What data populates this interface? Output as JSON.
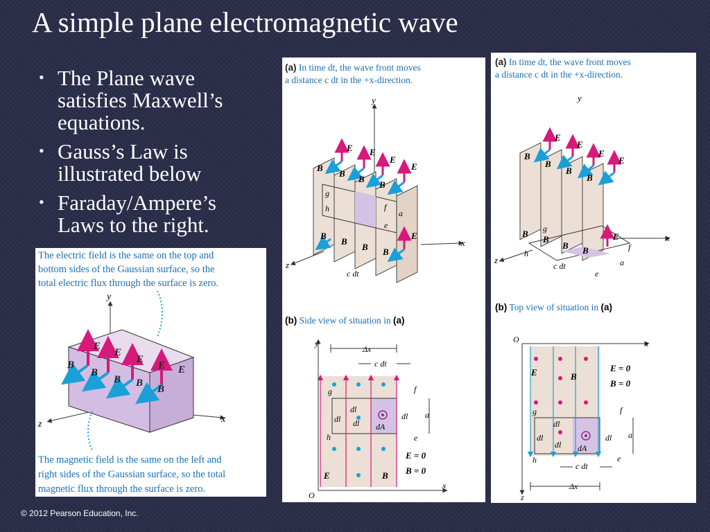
{
  "slide": {
    "title": "A simple plane electromagnetic wave",
    "bullets": [
      "The Plane wave satisfies Maxwell’s equations.",
      "Gauss’s Law is illustrated below",
      "Faraday/Ampere’s Laws to the right."
    ],
    "copyright": "© 2012 Pearson Education, Inc."
  },
  "gauss_figure": {
    "top_caption": [
      "The electric field is the same on the top and",
      "bottom sides of the Gaussian surface, so the",
      "total electric flux through the surface is zero."
    ],
    "bottom_caption": [
      "The magnetic field is the same on the left and",
      "right sides of the Gaussian surface, so the total",
      "magnetic flux through the surface is zero."
    ],
    "axis_labels": {
      "y": "y",
      "x": "x",
      "z": "z"
    },
    "field_labels": {
      "E": "E",
      "B": "B"
    },
    "colors": {
      "E_vector": "#d6197a",
      "B_vector": "#1aa0d8",
      "box_face": "#d9c6e6",
      "caption": "#1a6fb5"
    }
  },
  "middle_figure": {
    "a_caption": {
      "tag": "(a)",
      "line1": " In time dt, the wave front moves",
      "line2": "a distance c dt in the +x-direction."
    },
    "b_caption": {
      "tag": "(b)",
      "text": " Side view of situation in ",
      "ref": "(a)"
    },
    "labels": {
      "x": "x",
      "y": "y",
      "z": "z",
      "O": "O",
      "E": "E",
      "B": "B",
      "g": "g",
      "h": "h",
      "f": "f",
      "e": "e",
      "a": "a",
      "c_dt": "c dt",
      "delta_x": "Δx",
      "dl": "dl",
      "dA": "dA",
      "E_zero": "E = 0",
      "B_zero": "B = 0"
    }
  },
  "right_figure": {
    "a_caption": {
      "tag": "(a)",
      "line1": " In time dt, the wave front moves",
      "line2": "a distance c dt in the +x-direction."
    },
    "b_caption": {
      "tag": "(b)",
      "text": " Top view of situation in ",
      "ref": "(a)"
    },
    "labels": {
      "x": "x",
      "y": "y",
      "z": "z",
      "O": "O",
      "E": "E",
      "B": "B",
      "g": "g",
      "h": "h",
      "f": "f",
      "e": "e",
      "a": "a",
      "c_dt": "c dt",
      "delta_x": "Δx",
      "dl": "dl",
      "dA": "dA",
      "E_zero": "E = 0",
      "B_zero": "B = 0"
    }
  }
}
